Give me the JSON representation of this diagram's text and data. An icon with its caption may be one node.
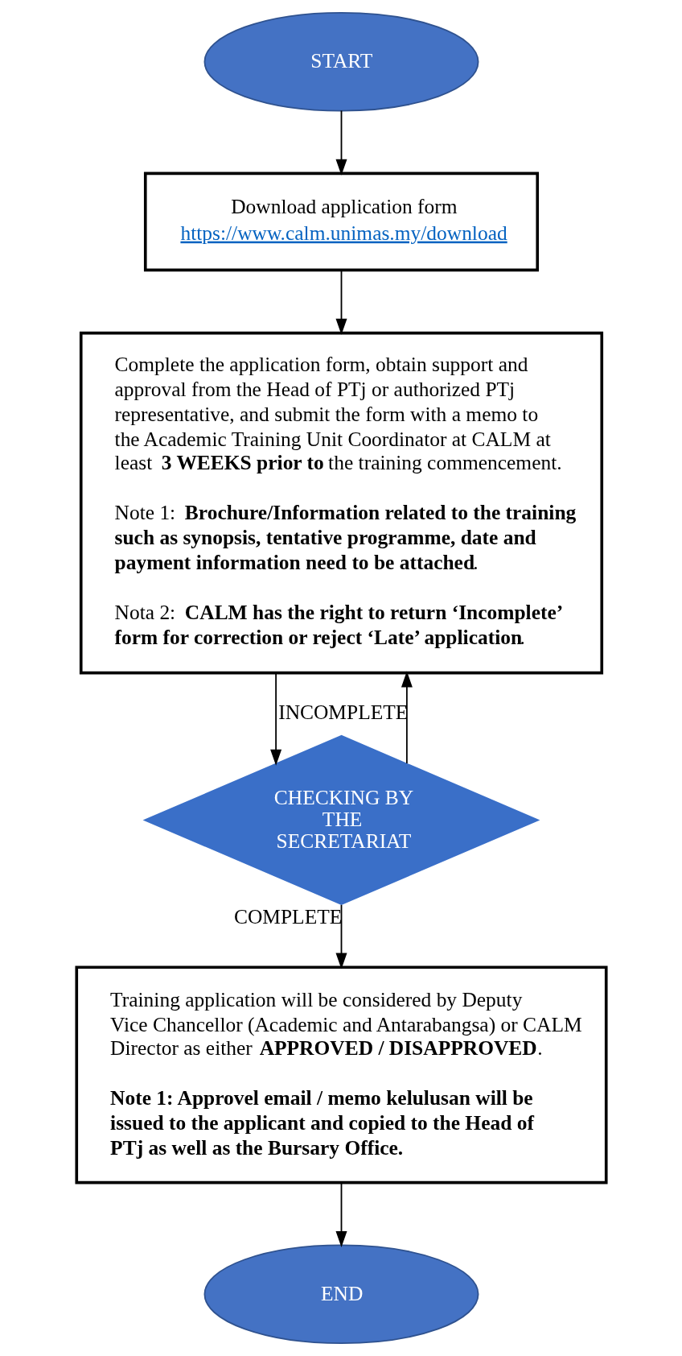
{
  "diagram": {
    "nodes": [
      {
        "text": [
          "START"
        ]
      },
      {
        "text": [
          "Download application form",
          "https://www.calm.unimas.my/download"
        ]
      },
      {
        "text": [
          "Complete the application form, obtain support and approval from the Head of PTj or authorized PTj representative, and submit the form with a memo to the Academic Training Unit Coordinator at CALM at least **3 WEEKS prior to** the training commencement.",
          "Note 1: **Brochure/Information related to the training such as synopsis, tentative programme, date and payment information need to be attached**.",
          "Nota 2: **CALM has the right to return ‘Incomplete’ form for correction or reject ‘Late’ application**."
        ]
      },
      {
        "text": [
          "CHECKING BY THE SECRETARIAT"
        ]
      },
      {
        "text": [
          "Training application will be considered by Deputy Vice Chancellor (Academic and Antarabangsa) or CALM Director as either **APPROVED / DISAPPROVED**.",
          "**Note 1: Approvel email / memo kelulusan will be issued to the applicant and copied to the Head of PTj as well as the Bursary Office.**"
        ]
      },
      {
        "text": [
          "END"
        ]
      }
    ],
    "edges": [
      {
        "from": 0,
        "to": 1,
        "arrow": "to"
      },
      {
        "from": 1,
        "to": 2,
        "arrow": "to"
      },
      {
        "from": 2,
        "to": 3,
        "arrow": "to"
      },
      {
        "from": 3,
        "to": 2,
        "arrow": "to",
        "label": "INCOMPLETE"
      },
      {
        "from": 3,
        "to": 4,
        "arrow": "to",
        "label": "COMPLETE"
      },
      {
        "from": 4,
        "to": 5,
        "arrow": "to"
      }
    ]
  }
}
